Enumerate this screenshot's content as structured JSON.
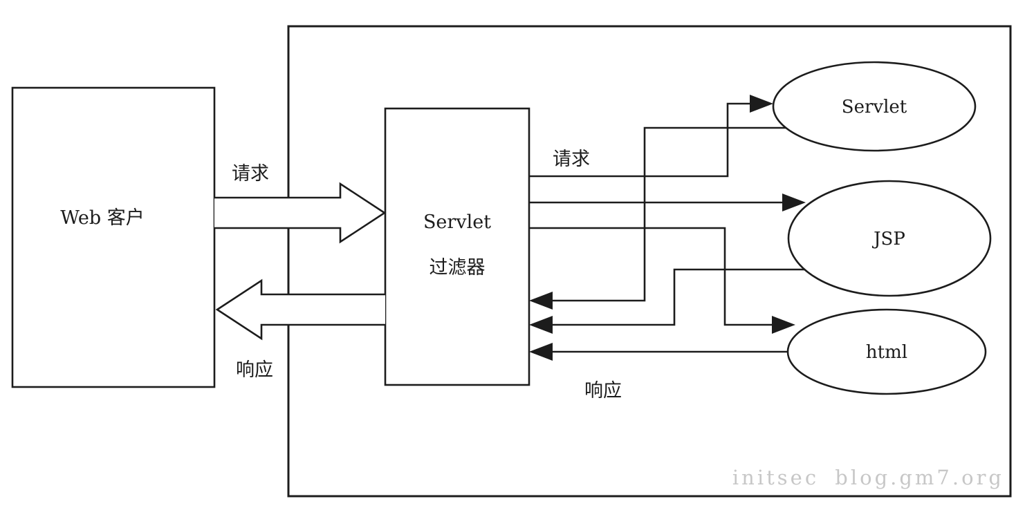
{
  "diagram": {
    "type": "servlet-filter-flow",
    "nodes": {
      "web_client": {
        "label": "Web 客户"
      },
      "filter": {
        "label_line1": "Servlet",
        "label_line2": "过滤器"
      },
      "servlet": {
        "label": "Servlet"
      },
      "jsp": {
        "label": "JSP"
      },
      "html": {
        "label": "html"
      }
    },
    "edge_labels": {
      "client_request": "请求",
      "client_response": "响应",
      "filter_request": "请求",
      "filter_response": "响应"
    },
    "watermark": "initsec blog.gm7.org",
    "colors": {
      "stroke": "#1c1c1c",
      "background": "#ffffff",
      "watermark": "#c7c7c7"
    }
  }
}
